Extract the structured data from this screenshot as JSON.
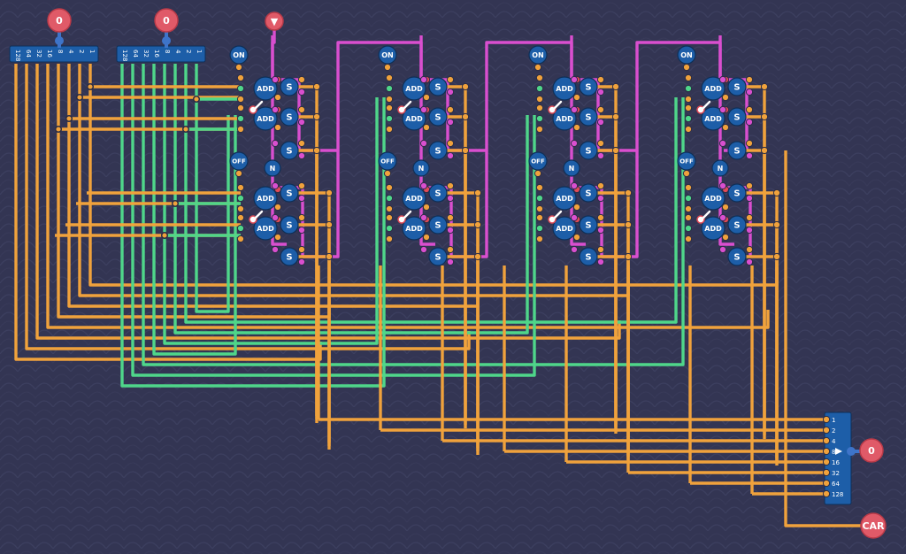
{
  "inputs": {
    "a_value": "0",
    "b_value": "0",
    "carry_in_symbol": "▼"
  },
  "bus_bits": [
    "128",
    "64",
    "32",
    "16",
    "8",
    "4",
    "2",
    "1"
  ],
  "output_bits": [
    "1",
    "2",
    "4",
    "8",
    "16",
    "32",
    "64",
    "128"
  ],
  "gate_labels": {
    "add": "ADD",
    "sum": "S",
    "on": "ON",
    "off": "OFF",
    "not": "N"
  },
  "outputs": {
    "result_value": "0",
    "carry_out_label": "CAR"
  },
  "colors": {
    "background": "#333553",
    "wire_orange": "#f0a23c",
    "wire_green": "#4fd68a",
    "wire_pink": "#d94fcf",
    "node_blue": "#1d5ea8",
    "io_red": "#e05a68"
  },
  "icons": [
    "toggle-switch-icon",
    "play-triangle-icon"
  ]
}
